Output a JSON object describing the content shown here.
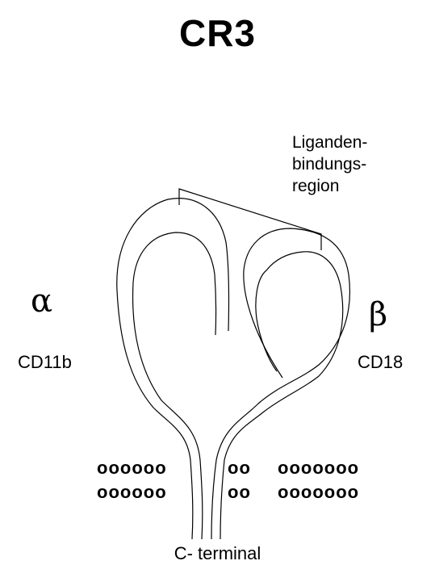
{
  "title": "CR3",
  "ligand_label": [
    "Liganden-",
    "bindungs-",
    "region"
  ],
  "alpha_symbol": "α",
  "alpha_name": "CD11b",
  "beta_symbol": "β",
  "beta_name": "CD18",
  "membrane": {
    "left_dots": "oooooo",
    "middle_dots": "oo",
    "right_dots": "ooooooo"
  },
  "c_terminal_label": "C- terminal"
}
